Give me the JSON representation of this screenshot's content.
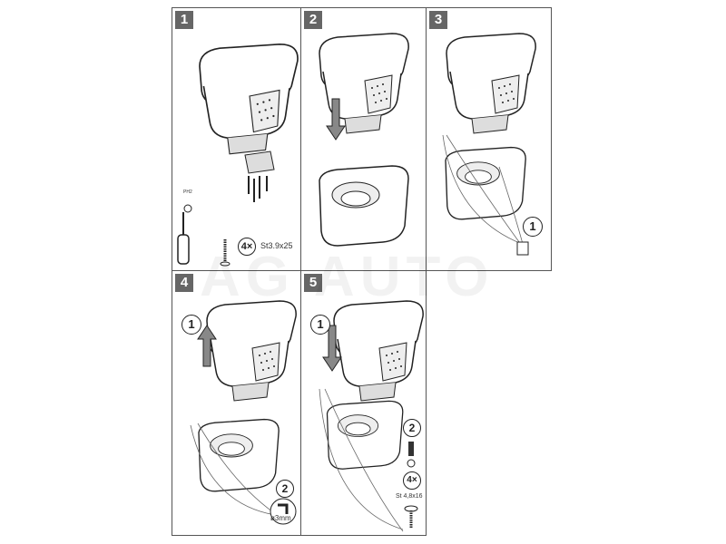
{
  "panels": [
    {
      "number": "1"
    },
    {
      "number": "2"
    },
    {
      "number": "3"
    },
    {
      "number": "4"
    },
    {
      "number": "5"
    }
  ],
  "step1": {
    "bit_label": "PH2",
    "qty": "4×",
    "screw_spec": "St3.9x25"
  },
  "step3": {
    "sub_step": "1"
  },
  "step4": {
    "sub_step_1": "1",
    "sub_step_2": "2",
    "drill_size": "ø3mm"
  },
  "step5": {
    "sub_step_1": "1",
    "sub_step_2": "2",
    "qty": "4×",
    "screw_spec": "St 4,8x16"
  },
  "watermark": "AG AUTO"
}
